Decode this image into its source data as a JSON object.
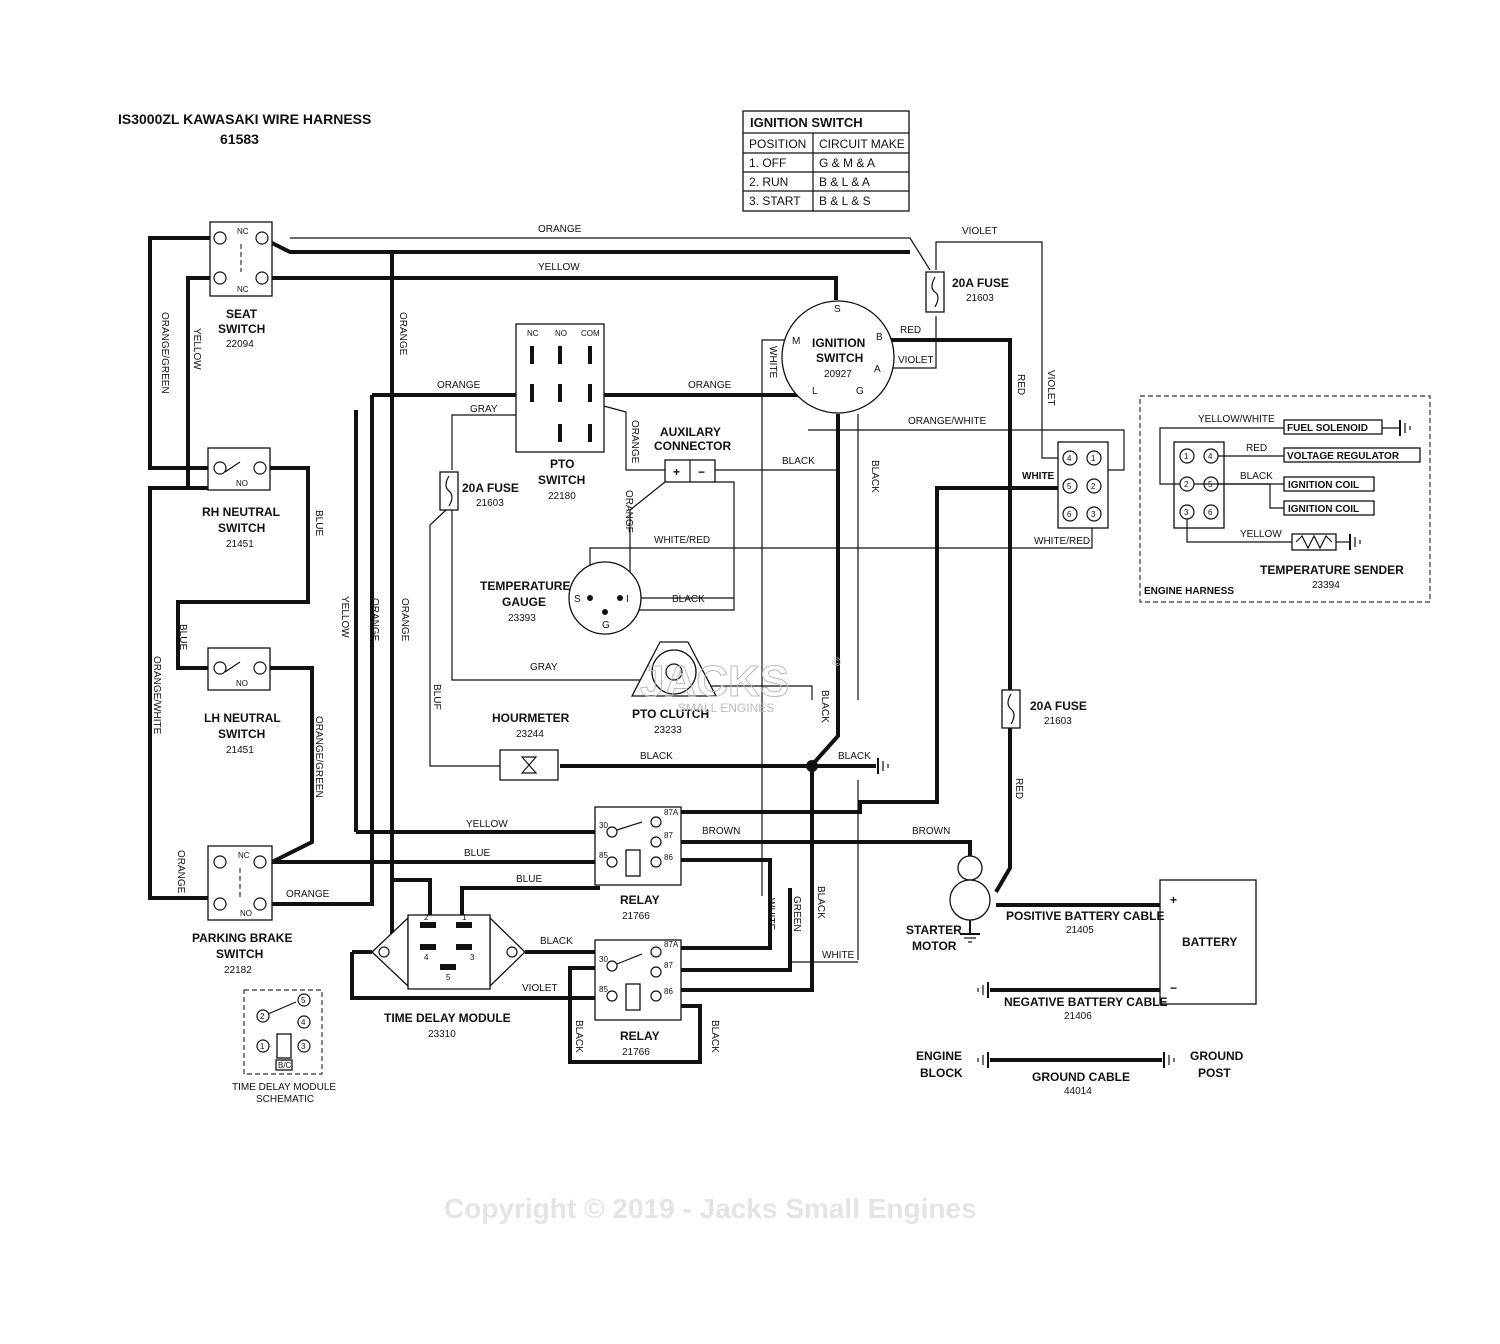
{
  "diagram": {
    "title": "IS3000ZL KAWASAKI WIRE HARNESS",
    "part_number": "61583",
    "copyright": "Copyright © 2019 - Jacks Small Engines",
    "watermark": "JACKS",
    "watermark_sub": "SMALL ENGINES",
    "watermark_mark": "©"
  },
  "ignition_table": {
    "title": "IGNITION SWITCH",
    "headers": [
      "POSITION",
      "CIRCUIT MAKE"
    ],
    "rows": [
      [
        "1. OFF",
        "G & M & A"
      ],
      [
        "2. RUN",
        "B & L & A"
      ],
      [
        "3. START",
        "B & L & S"
      ]
    ]
  },
  "components": {
    "seat_switch": {
      "name_1": "SEAT",
      "name_2": "SWITCH",
      "part": "22094",
      "nc": "NC"
    },
    "rh_neutral": {
      "name_1": "RH NEUTRAL",
      "name_2": "SWITCH",
      "part": "21451",
      "no": "NO"
    },
    "lh_neutral": {
      "name_1": "LH NEUTRAL",
      "name_2": "SWITCH",
      "part": "21451",
      "no": "NO"
    },
    "parking_brake": {
      "name_1": "PARKING BRAKE",
      "name_2": "SWITCH",
      "part": "22182",
      "nc": "NC",
      "no": "NO"
    },
    "pto_switch": {
      "name_1": "PTO",
      "name_2": "SWITCH",
      "part": "22180",
      "nc": "NC",
      "no": "NO",
      "com": "COM"
    },
    "ignition_switch": {
      "name_1": "IGNITION",
      "name_2": "SWITCH",
      "part": "20927",
      "s": "S",
      "b": "B",
      "m": "M",
      "a": "A",
      "l": "L",
      "g": "G"
    },
    "fuse_top": {
      "name": "20A FUSE",
      "part": "21603"
    },
    "fuse_left": {
      "name": "20A FUSE",
      "part": "21603"
    },
    "fuse_right": {
      "name": "20A FUSE",
      "part": "21603"
    },
    "aux_connector": {
      "name_1": "AUXILARY",
      "name_2": "CONNECTOR",
      "plus": "+",
      "minus": "−"
    },
    "temp_gauge": {
      "name_1": "TEMPERATURE",
      "name_2": "GAUGE",
      "part": "23393",
      "s": "S",
      "i": "I",
      "g": "G"
    },
    "pto_clutch": {
      "name": "PTO CLUTCH",
      "part": "23233"
    },
    "hourmeter": {
      "name": "HOURMETER",
      "part": "23244"
    },
    "relay_1": {
      "name": "RELAY",
      "part": "21766",
      "p30": "30",
      "p87a": "87A",
      "p87": "87",
      "p85": "85",
      "p86": "86"
    },
    "relay_2": {
      "name": "RELAY",
      "part": "21766",
      "p30": "30",
      "p87a": "87A",
      "p87": "87",
      "p85": "85",
      "p86": "86"
    },
    "time_delay": {
      "name": "TIME DELAY MODULE",
      "part": "23310",
      "p1": "1",
      "p2": "2",
      "p3": "3",
      "p4": "4",
      "p5": "5"
    },
    "td_schematic": {
      "name_1": "TIME DELAY MODULE",
      "name_2": "SCHEMATIC",
      "p1": "1",
      "p2": "2",
      "p3": "3",
      "p4": "4",
      "p5": "5",
      "bc": "B/C"
    },
    "starter": {
      "name_1": "STARTER",
      "name_2": "MOTOR"
    },
    "battery": {
      "name": "BATTERY",
      "plus": "+",
      "minus": "−"
    },
    "pos_cable": {
      "name": "POSITIVE BATTERY CABLE",
      "part": "21405"
    },
    "neg_cable": {
      "name": "NEGATIVE BATTERY CABLE",
      "part": "21406"
    },
    "ground_cable": {
      "name": "GROUND CABLE",
      "part": "44014"
    },
    "engine_block": {
      "name_1": "ENGINE",
      "name_2": "BLOCK"
    },
    "ground_post": {
      "name_1": "GROUND",
      "name_2": "POST"
    },
    "engine_connector": {
      "pins": [
        "4",
        "1",
        "5",
        "2",
        "6",
        "3"
      ]
    },
    "engine_harness": {
      "title": "ENGINE HARNESS",
      "pins": [
        "1",
        "4",
        "2",
        "5",
        "3",
        "6"
      ],
      "fuel_solenoid": "FUEL SOLENOID",
      "voltage_regulator": "VOLTAGE REGULATOR",
      "ignition_coil_1": "IGNITION COIL",
      "ignition_coil_2": "IGNITION COIL",
      "temp_sender": "TEMPERATURE SENDER",
      "temp_sender_part": "23394"
    }
  },
  "wires": {
    "orange": "ORANGE",
    "yellow": "YELLOW",
    "violet": "VIOLET",
    "red": "RED",
    "blue": "BLUE",
    "black": "BLACK",
    "white": "WHITE",
    "gray": "GRAY",
    "brown": "BROWN",
    "green": "GREEN",
    "orange_green": "ORANGE/GREEN",
    "orange_white": "ORANGE/WHITE",
    "white_red": "WHITE/RED",
    "yellow_white": "YELLOW/WHITE",
    "orange_alt": "ORANGF",
    "blue_alt": "BLUF"
  }
}
